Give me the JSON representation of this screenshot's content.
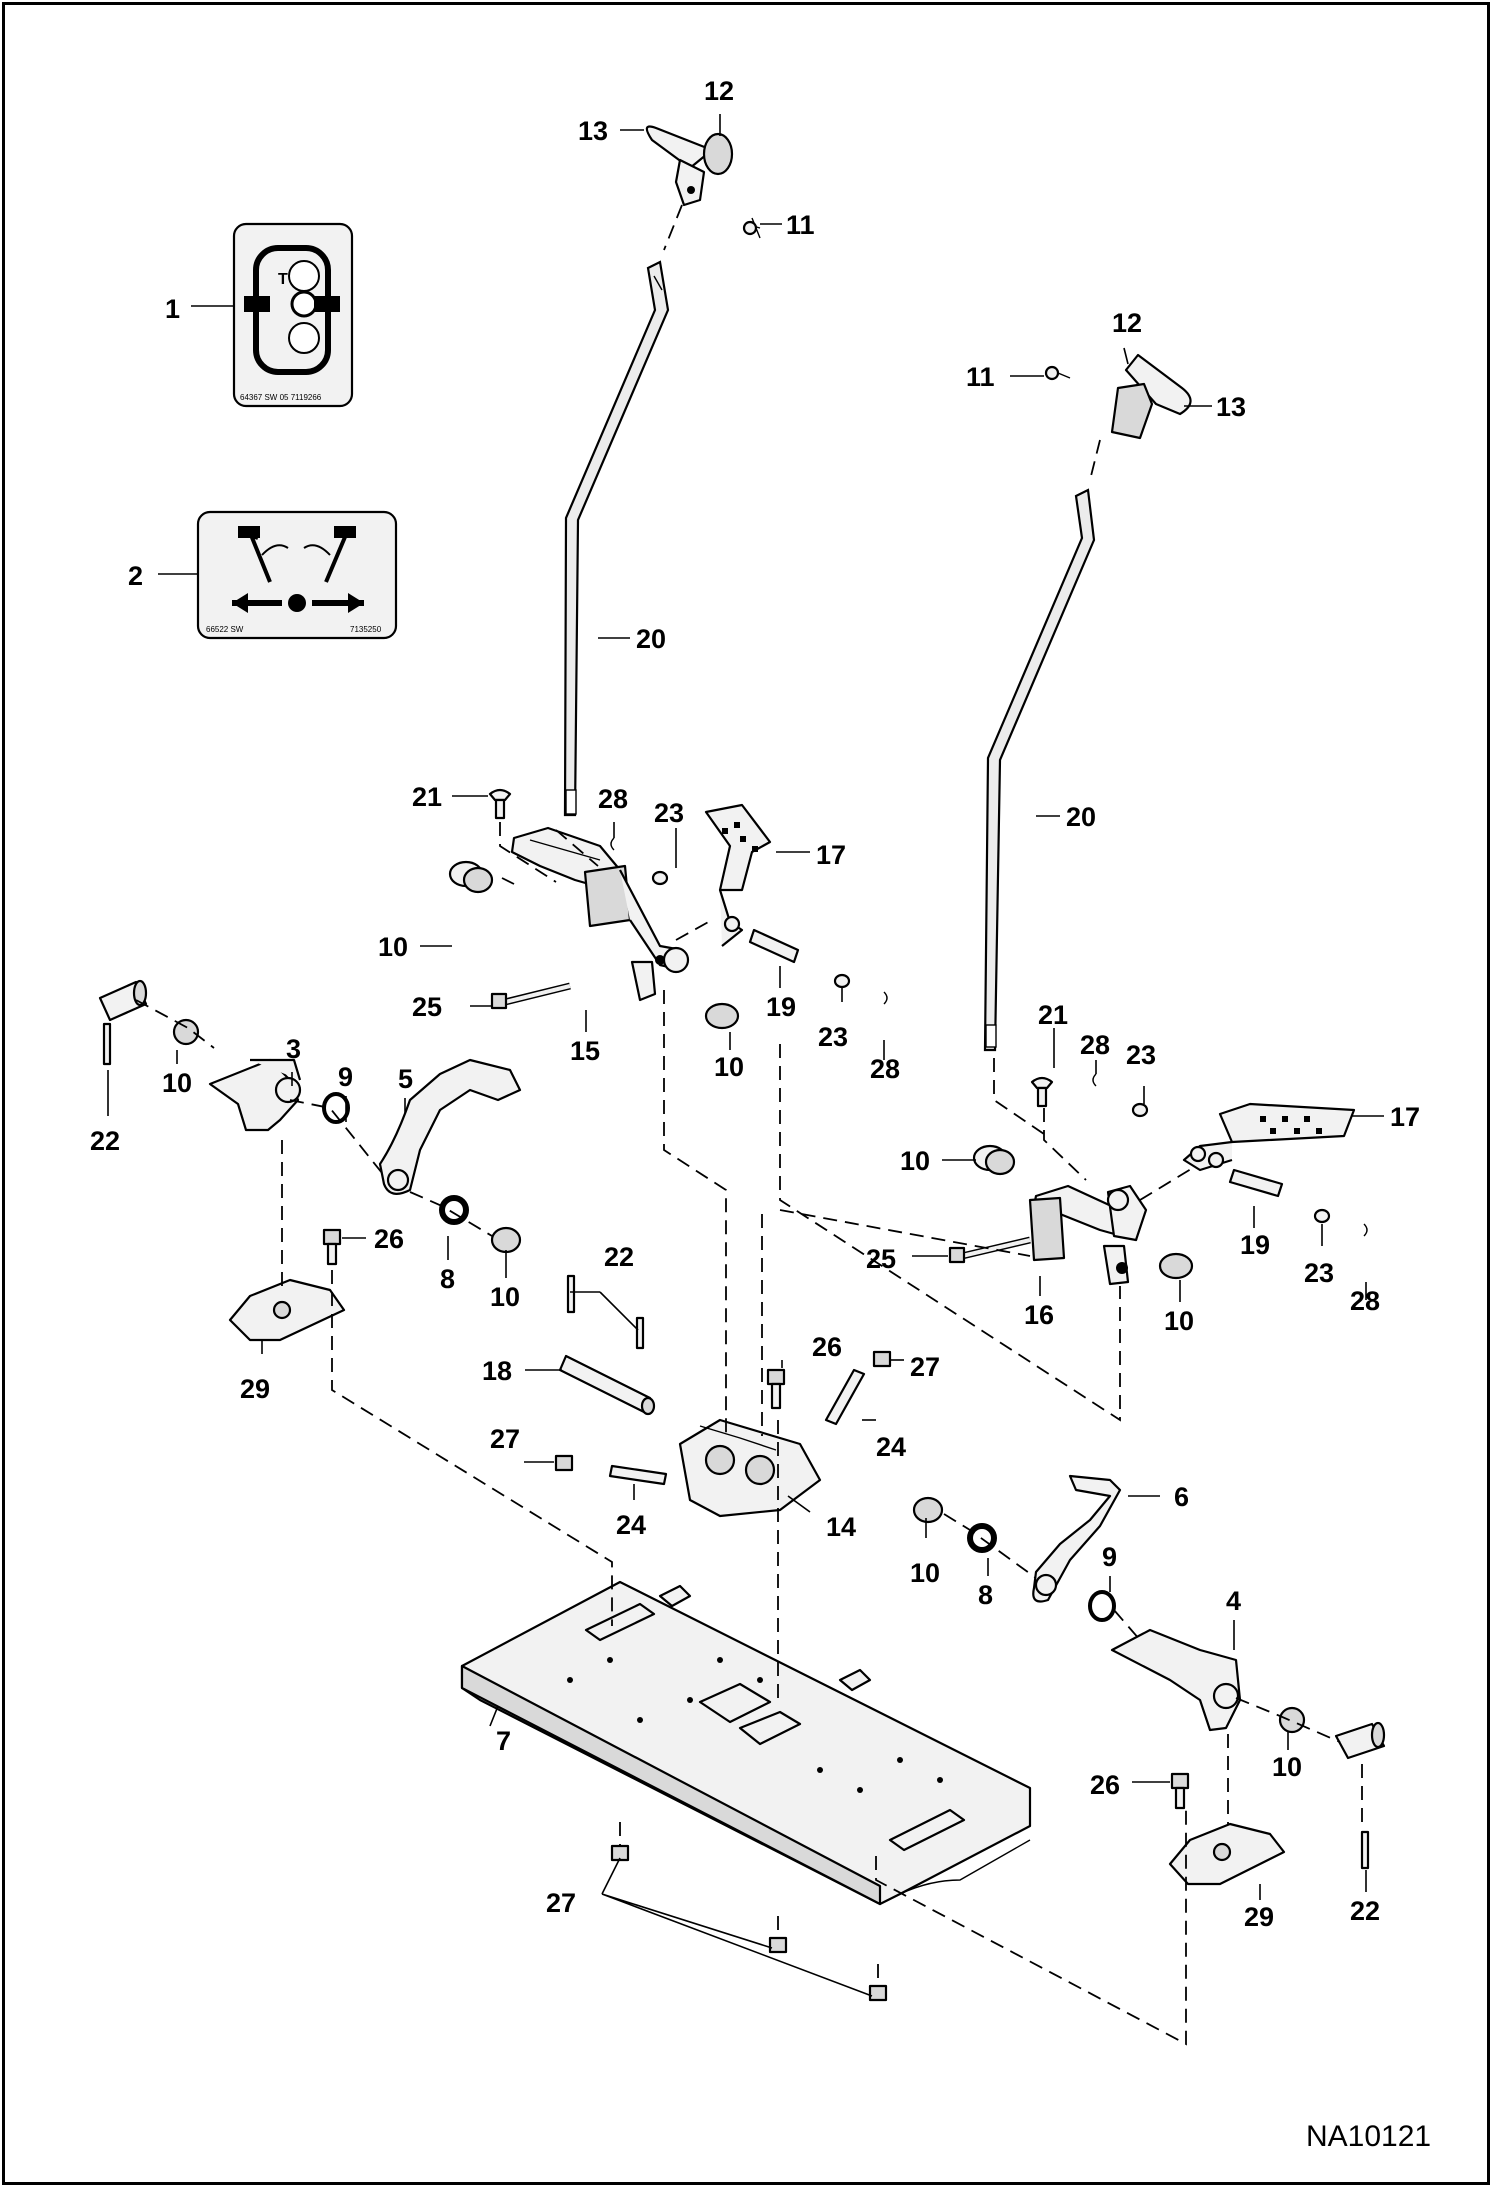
{
  "drawing_ref": "NA10121",
  "decal_1_print": "64367   SW 05 7119266",
  "decal_2_print_left": "66522 SW",
  "decal_2_print_right": "7135250",
  "callouts": [
    {
      "label": "1"
    },
    {
      "label": "2"
    },
    {
      "label": "3"
    },
    {
      "label": "4"
    },
    {
      "label": "5"
    },
    {
      "label": "6"
    },
    {
      "label": "7"
    },
    {
      "label": "8"
    },
    {
      "label": "8"
    },
    {
      "label": "9"
    },
    {
      "label": "9"
    },
    {
      "label": "10"
    },
    {
      "label": "10"
    },
    {
      "label": "10"
    },
    {
      "label": "10"
    },
    {
      "label": "10"
    },
    {
      "label": "10"
    },
    {
      "label": "10"
    },
    {
      "label": "10"
    },
    {
      "label": "11"
    },
    {
      "label": "11"
    },
    {
      "label": "12"
    },
    {
      "label": "12"
    },
    {
      "label": "13"
    },
    {
      "label": "13"
    },
    {
      "label": "14"
    },
    {
      "label": "15"
    },
    {
      "label": "16"
    },
    {
      "label": "17"
    },
    {
      "label": "17"
    },
    {
      "label": "18"
    },
    {
      "label": "19"
    },
    {
      "label": "19"
    },
    {
      "label": "20"
    },
    {
      "label": "20"
    },
    {
      "label": "21"
    },
    {
      "label": "21"
    },
    {
      "label": "22"
    },
    {
      "label": "22"
    },
    {
      "label": "22"
    },
    {
      "label": "23"
    },
    {
      "label": "23"
    },
    {
      "label": "23"
    },
    {
      "label": "23"
    },
    {
      "label": "24"
    },
    {
      "label": "24"
    },
    {
      "label": "25"
    },
    {
      "label": "25"
    },
    {
      "label": "26"
    },
    {
      "label": "26"
    },
    {
      "label": "26"
    },
    {
      "label": "27"
    },
    {
      "label": "27"
    },
    {
      "label": "27"
    },
    {
      "label": "28"
    },
    {
      "label": "28"
    },
    {
      "label": "28"
    },
    {
      "label": "28"
    },
    {
      "label": "29"
    },
    {
      "label": "29"
    }
  ]
}
